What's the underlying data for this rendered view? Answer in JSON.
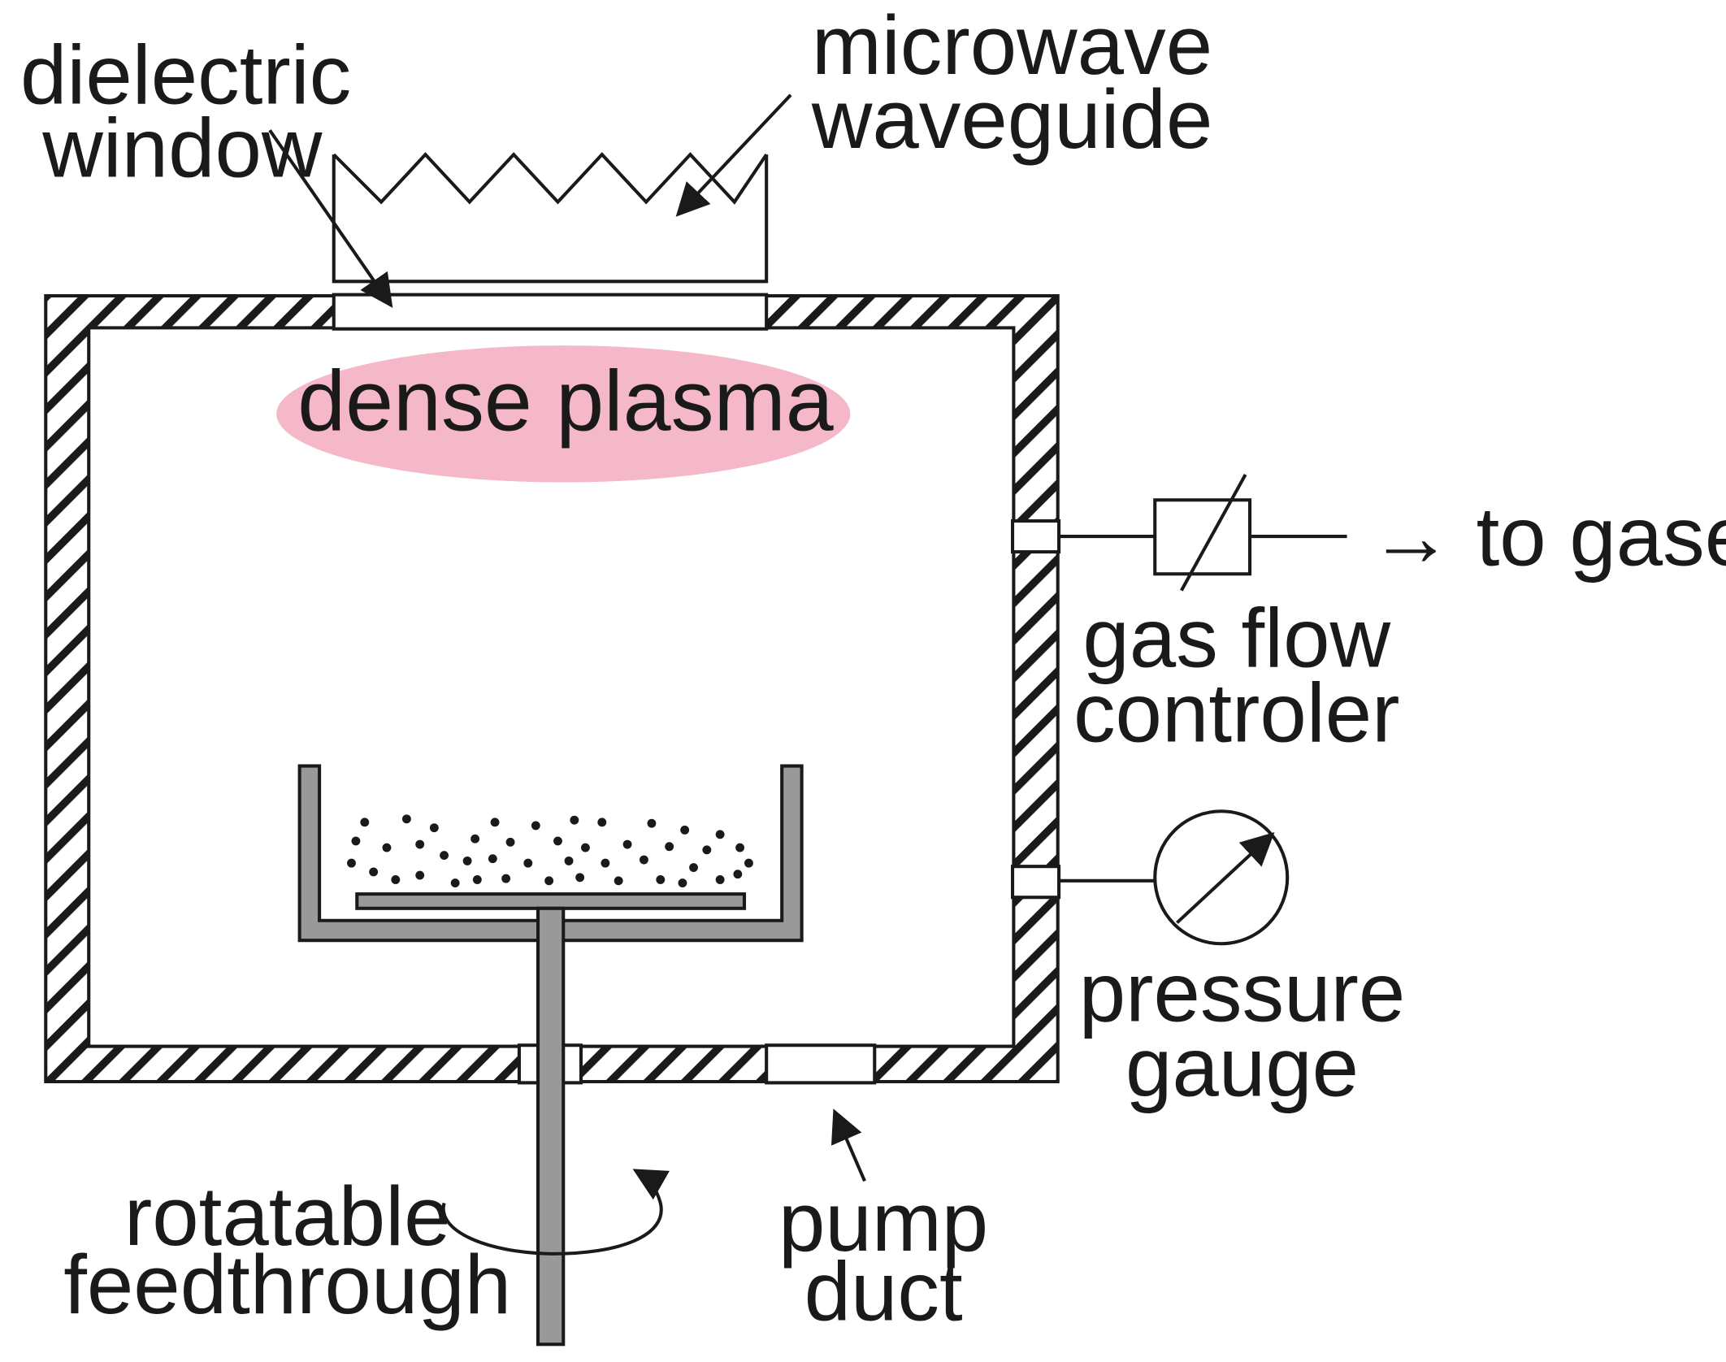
{
  "labels": {
    "dielectric_window": [
      "dielectric",
      "window"
    ],
    "microwave_waveguide": [
      "microwave",
      "waveguide"
    ],
    "dense_plasma": "dense plasma",
    "to_gases": "→ to gases",
    "gas_flow_controller": [
      "gas flow",
      "controler"
    ],
    "pressure_gauge": [
      "pressure",
      "gauge"
    ],
    "rotatable_feedthrough": [
      "rotatable",
      "feedthrough"
    ],
    "pump_duct": [
      "pump",
      "duct"
    ]
  },
  "colors": {
    "line": "#1a1a1a",
    "plasma": "#f4b8c8",
    "metal": "#999999",
    "hatch": "#1a1a1a"
  }
}
